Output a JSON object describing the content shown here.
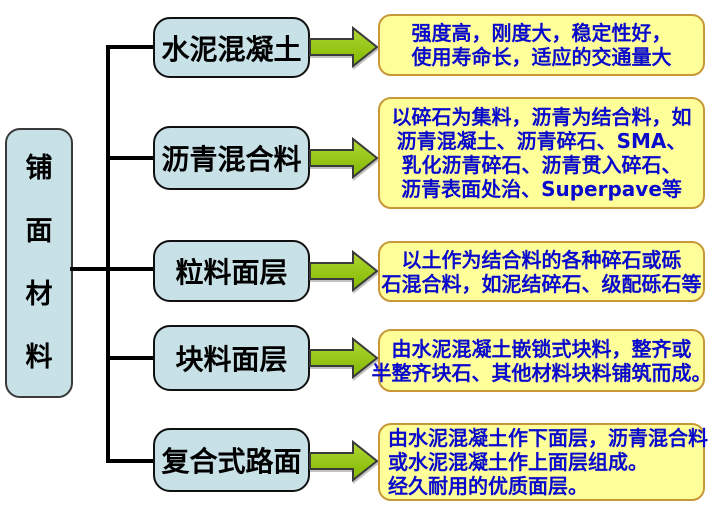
{
  "diagram": {
    "root": {
      "label": "铺面材料",
      "label_vertical": "铺\n面\n材\n料"
    },
    "rows": [
      {
        "category": "水泥混凝土",
        "description": "强度高，刚度大，稳定性好，\n使用寿命长，适应的交通量大"
      },
      {
        "category": "沥青混合料",
        "description": "以碎石为集料，沥青为结合料，如\n沥青混凝土、沥青碎石、SMA、\n乳化沥青碎石、沥青贯入碎石、\n沥青表面处治、Superpave等"
      },
      {
        "category": "粒料面层",
        "description": "以土作为结合料的各种碎石或砾\n石混合料，如泥结碎石、级配砾石等"
      },
      {
        "category": "块料面层",
        "description": "由水泥混凝土嵌锁式块料，整齐或\n半整齐块石、其他材料块料铺筑而成。"
      },
      {
        "category": "复合式路面",
        "description": "由水泥混凝土作下面层，沥青混合料\n或水泥混凝土作上面层组成。\n经久耐用的优质面层。"
      }
    ],
    "colors": {
      "node_fill": "#C8E1E7",
      "node_border": "#101010",
      "description_fill": "#FFFF99",
      "description_border": "#C89838",
      "description_text": "#0A0ACC",
      "arrow_fill_top": "#AED633",
      "arrow_fill_bottom": "#84B800",
      "arrow_outline": "#3a3a3a",
      "connector_line": "#000000",
      "background": "#FFFFFF"
    }
  }
}
